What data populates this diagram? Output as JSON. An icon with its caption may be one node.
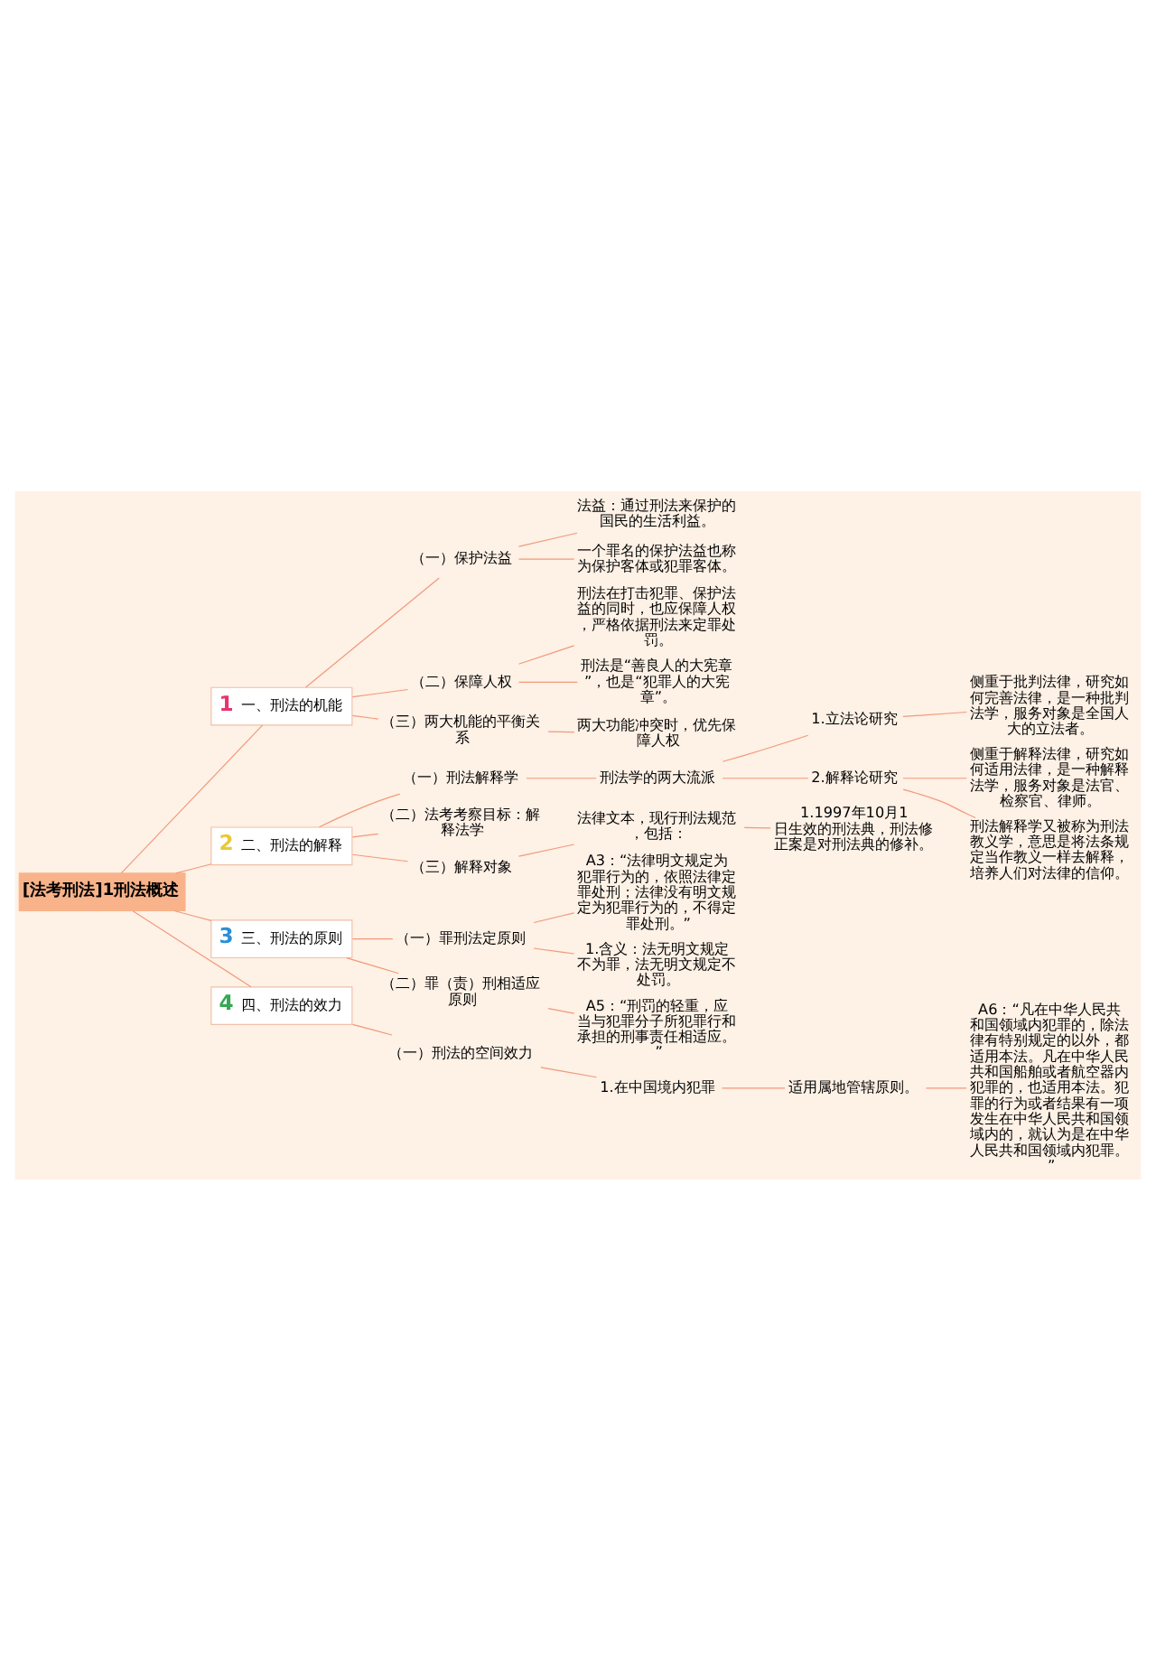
{
  "diagram": {
    "nodes": [
      {
        "text": [
          "[法考刑法]1刑法概述"
        ]
      },
      {
        "text": [
          "1",
          "一、刑法的机能"
        ]
      },
      {
        "text": [
          "（一）保护法益"
        ]
      },
      {
        "text": [
          "法益：通过刑法来保护的国民的生活利益。"
        ]
      },
      {
        "text": [
          "一个罪名的保护法益也称为保护客体或犯罪客体。"
        ]
      },
      {
        "text": [
          "（二）保障人权"
        ]
      },
      {
        "text": [
          "刑法在打击犯罪、保护法益的同时，也应保障人权，严格依据刑法来定罪处罚。"
        ]
      },
      {
        "text": [
          "刑法是“善良人的大宪章”，也是“犯罪人的大宪章”。"
        ]
      },
      {
        "text": [
          "（三）两大机能的平衡关系"
        ]
      },
      {
        "text": [
          "两大功能冲突时，优先保障人权"
        ]
      },
      {
        "text": [
          "2",
          "二、刑法的解释"
        ]
      },
      {
        "text": [
          "（一）刑法解释学"
        ]
      },
      {
        "text": [
          "刑法学的两大流派"
        ]
      },
      {
        "text": [
          "1.立法论研究"
        ]
      },
      {
        "text": [
          "侧重于批判法律，研究如何完善法律，是一种批判法学，服务对象是全国人大的立法者。"
        ]
      },
      {
        "text": [
          "2.解释论研究"
        ]
      },
      {
        "text": [
          "侧重于解释法律，研究如何适用法律，是一种解释法学，服务对象是法官、检察官、律师。"
        ]
      },
      {
        "text": [
          "刑法解释学又被称为刑法教义学，意思是将法条规定当作教义一样去解释，培养人们对法律的信仰。"
        ]
      },
      {
        "text": [
          "（二）法考考察目标：解释法学"
        ]
      },
      {
        "text": [
          "（三）解释对象"
        ]
      },
      {
        "text": [
          "法律文本，现行刑法规范，包括："
        ]
      },
      {
        "text": [
          "1.1997年10月1日生效的刑法典，刑法修正案是对刑法典的修补。"
        ]
      },
      {
        "text": [
          "3",
          "三、刑法的原则"
        ]
      },
      {
        "text": [
          "（一）罪刑法定原则"
        ]
      },
      {
        "text": [
          "A3：“法律明文规定为犯罪行为的，依照法律定罪处刑；法律没有明文规定为犯罪行为的，不得定罪处刑。”"
        ]
      },
      {
        "text": [
          "1.含义：法无明文规定不为罪，法无明文规定不处罚。"
        ]
      },
      {
        "text": [
          "（二）罪（责）刑相适应原则"
        ]
      },
      {
        "text": [
          "A5：“刑罚的轻重，应当与犯罪分子所犯罪行和承担的刑事责任相适应。”"
        ]
      },
      {
        "text": [
          "4",
          "四、刑法的效力"
        ]
      },
      {
        "text": [
          "（一）刑法的空间效力"
        ]
      },
      {
        "text": [
          "1.在中国境内犯罪"
        ]
      },
      {
        "text": [
          "适用属地管辖原则。"
        ]
      },
      {
        "text": [
          "A6：“凡在中华人民共和国领域内犯罪的，除法律有特别规定的以外，都适用本法。凡在中华人民共和国船舶或者航空器内犯罪的，也适用本法。犯罪的行为或者结果有一项发生在中华人民共和国领域内的，就认为是在中华人民共和国领域内犯罪。”"
        ]
      }
    ],
    "edges": [
      {
        "from": 0,
        "to": 1,
        "arrow": "none"
      },
      {
        "from": 1,
        "to": 2,
        "arrow": "none"
      },
      {
        "from": 2,
        "to": 3,
        "arrow": "none"
      },
      {
        "from": 2,
        "to": 4,
        "arrow": "none"
      },
      {
        "from": 1,
        "to": 5,
        "arrow": "none"
      },
      {
        "from": 5,
        "to": 6,
        "arrow": "none"
      },
      {
        "from": 5,
        "to": 7,
        "arrow": "none"
      },
      {
        "from": 1,
        "to": 8,
        "arrow": "none"
      },
      {
        "from": 8,
        "to": 9,
        "arrow": "none"
      },
      {
        "from": 0,
        "to": 10,
        "arrow": "none"
      },
      {
        "from": 10,
        "to": 11,
        "arrow": "none"
      },
      {
        "from": 11,
        "to": 12,
        "arrow": "none"
      },
      {
        "from": 12,
        "to": 13,
        "arrow": "none"
      },
      {
        "from": 13,
        "to": 14,
        "arrow": "none"
      },
      {
        "from": 12,
        "to": 15,
        "arrow": "none"
      },
      {
        "from": 15,
        "to": 16,
        "arrow": "none"
      },
      {
        "from": 15,
        "to": 17,
        "arrow": "none"
      },
      {
        "from": 10,
        "to": 18,
        "arrow": "none"
      },
      {
        "from": 10,
        "to": 19,
        "arrow": "none"
      },
      {
        "from": 19,
        "to": 20,
        "arrow": "none"
      },
      {
        "from": 20,
        "to": 21,
        "arrow": "none"
      },
      {
        "from": 0,
        "to": 22,
        "arrow": "none"
      },
      {
        "from": 22,
        "to": 23,
        "arrow": "none"
      },
      {
        "from": 23,
        "to": 24,
        "arrow": "none"
      },
      {
        "from": 23,
        "to": 25,
        "arrow": "none"
      },
      {
        "from": 22,
        "to": 26,
        "arrow": "none"
      },
      {
        "from": 26,
        "to": 27,
        "arrow": "none"
      },
      {
        "from": 0,
        "to": 28,
        "arrow": "none"
      },
      {
        "from": 28,
        "to": 29,
        "arrow": "none"
      },
      {
        "from": 29,
        "to": 30,
        "arrow": "none"
      },
      {
        "from": 30,
        "to": 31,
        "arrow": "none"
      },
      {
        "from": 31,
        "to": 32,
        "arrow": "none"
      }
    ]
  }
}
